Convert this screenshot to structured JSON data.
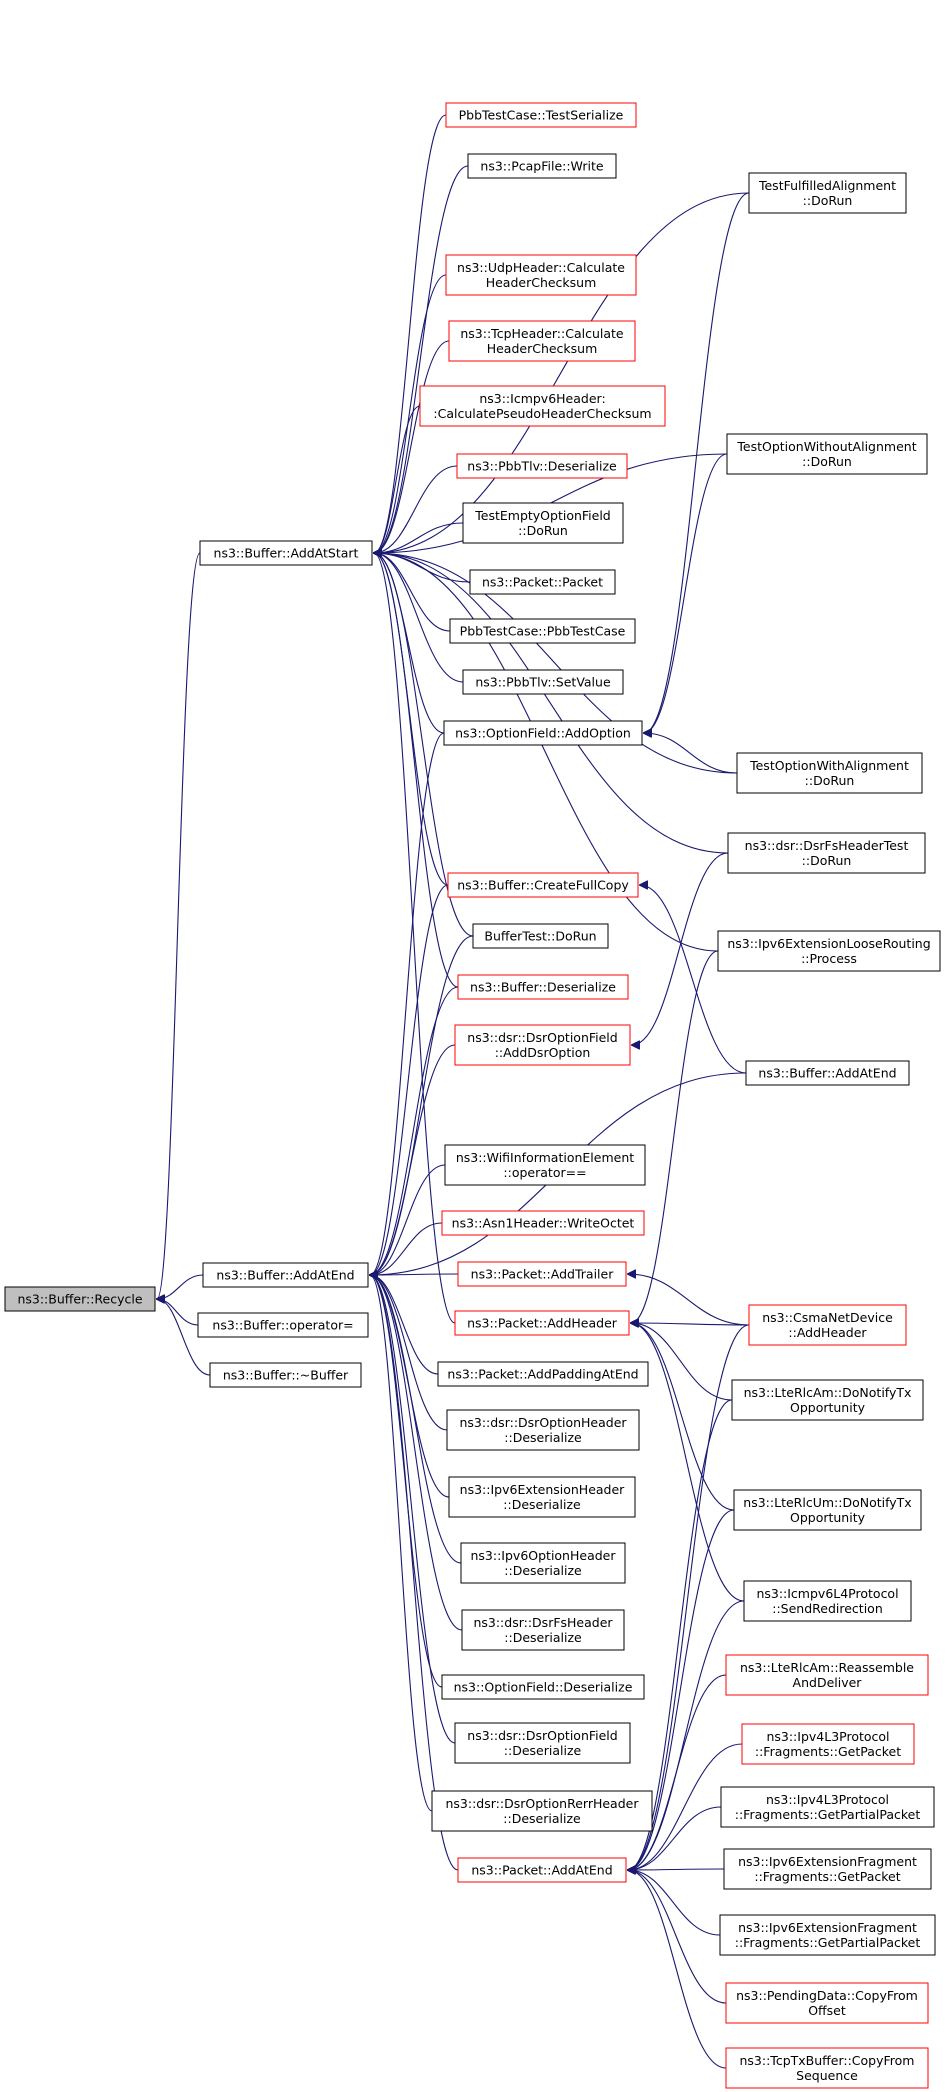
{
  "graph_title": "",
  "colors": {
    "edge": "#191970",
    "normal_border": "#000000",
    "red_border": "#ff0000",
    "root_fill": "#bfbfbf"
  },
  "nodes": [
    {
      "id": "recycle",
      "lines": [
        "ns3::Buffer::Recycle"
      ],
      "style": "root"
    },
    {
      "id": "addAtStart",
      "lines": [
        "ns3::Buffer::AddAtStart"
      ],
      "style": "black"
    },
    {
      "id": "addAtEnd",
      "lines": [
        "ns3::Buffer::AddAtEnd"
      ],
      "style": "black"
    },
    {
      "id": "operatorEq",
      "lines": [
        "ns3::Buffer::operator="
      ],
      "style": "black"
    },
    {
      "id": "dtor",
      "lines": [
        "ns3::Buffer::~Buffer"
      ],
      "style": "black"
    },
    {
      "id": "pbbTestSerialize",
      "lines": [
        "PbbTestCase::TestSerialize"
      ],
      "style": "red"
    },
    {
      "id": "pcapWrite",
      "lines": [
        "ns3::PcapFile::Write"
      ],
      "style": "black"
    },
    {
      "id": "udpChecksum",
      "lines": [
        "ns3::UdpHeader::Calculate",
        "HeaderChecksum"
      ],
      "style": "red"
    },
    {
      "id": "tcpChecksum",
      "lines": [
        "ns3::TcpHeader::Calculate",
        "HeaderChecksum"
      ],
      "style": "red"
    },
    {
      "id": "icmpv6Checksum",
      "lines": [
        "ns3::Icmpv6Header:",
        ":CalculatePseudoHeaderChecksum"
      ],
      "style": "red"
    },
    {
      "id": "pbbTlvDeser",
      "lines": [
        "ns3::PbbTlv::Deserialize"
      ],
      "style": "red"
    },
    {
      "id": "testEmptyOption",
      "lines": [
        "TestEmptyOptionField",
        "::DoRun"
      ],
      "style": "black"
    },
    {
      "id": "packetCtor",
      "lines": [
        "ns3::Packet::Packet"
      ],
      "style": "black"
    },
    {
      "id": "pbbTestCase",
      "lines": [
        "PbbTestCase::PbbTestCase"
      ],
      "style": "black"
    },
    {
      "id": "pbbTlvSetValue",
      "lines": [
        "ns3::PbbTlv::SetValue"
      ],
      "style": "black"
    },
    {
      "id": "optionFieldAdd",
      "lines": [
        "ns3::OptionField::AddOption"
      ],
      "style": "black"
    },
    {
      "id": "createFullCopy",
      "lines": [
        "ns3::Buffer::CreateFullCopy"
      ],
      "style": "red"
    },
    {
      "id": "bufferTestDoRun",
      "lines": [
        "BufferTest::DoRun"
      ],
      "style": "black"
    },
    {
      "id": "bufferDeser",
      "lines": [
        "ns3::Buffer::Deserialize"
      ],
      "style": "red"
    },
    {
      "id": "dsrAddOption",
      "lines": [
        "ns3::dsr::DsrOptionField",
        "::AddDsrOption"
      ],
      "style": "red"
    },
    {
      "id": "wifiOpEq",
      "lines": [
        "ns3::WifiInformationElement",
        "::operator=="
      ],
      "style": "black"
    },
    {
      "id": "asn1WriteOctet",
      "lines": [
        "ns3::Asn1Header::WriteOctet"
      ],
      "style": "red"
    },
    {
      "id": "packetAddTrailer",
      "lines": [
        "ns3::Packet::AddTrailer"
      ],
      "style": "red"
    },
    {
      "id": "packetAddHeader",
      "lines": [
        "ns3::Packet::AddHeader"
      ],
      "style": "red"
    },
    {
      "id": "addPadding",
      "lines": [
        "ns3::Packet::AddPaddingAtEnd"
      ],
      "style": "black"
    },
    {
      "id": "dsrOptHdrDeser",
      "lines": [
        "ns3::dsr::DsrOptionHeader",
        "::Deserialize"
      ],
      "style": "black"
    },
    {
      "id": "ipv6ExtHdrDeser",
      "lines": [
        "ns3::Ipv6ExtensionHeader",
        "::Deserialize"
      ],
      "style": "black"
    },
    {
      "id": "ipv6OptHdrDeser",
      "lines": [
        "ns3::Ipv6OptionHeader",
        "::Deserialize"
      ],
      "style": "black"
    },
    {
      "id": "dsrFsHdrDeser",
      "lines": [
        "ns3::dsr::DsrFsHeader",
        "::Deserialize"
      ],
      "style": "black"
    },
    {
      "id": "optionFieldDeser",
      "lines": [
        "ns3::OptionField::Deserialize"
      ],
      "style": "black"
    },
    {
      "id": "dsrOptFieldDeser",
      "lines": [
        "ns3::dsr::DsrOptionField",
        "::Deserialize"
      ],
      "style": "black"
    },
    {
      "id": "dsrRerrDeser",
      "lines": [
        "ns3::dsr::DsrOptionRerrHeader",
        "::Deserialize"
      ],
      "style": "black"
    },
    {
      "id": "packetAddAtEnd",
      "lines": [
        "ns3::Packet::AddAtEnd"
      ],
      "style": "red"
    },
    {
      "id": "testFulfilled",
      "lines": [
        "TestFulfilledAlignment",
        "::DoRun"
      ],
      "style": "black"
    },
    {
      "id": "testWithout",
      "lines": [
        "TestOptionWithoutAlignment",
        "::DoRun"
      ],
      "style": "black"
    },
    {
      "id": "testWith",
      "lines": [
        "TestOptionWithAlignment",
        "::DoRun"
      ],
      "style": "black"
    },
    {
      "id": "dsrFsTest",
      "lines": [
        "ns3::dsr::DsrFsHeaderTest",
        "::DoRun"
      ],
      "style": "black"
    },
    {
      "id": "ipv6LooseRouting",
      "lines": [
        "ns3::Ipv6ExtensionLooseRouting",
        "::Process"
      ],
      "style": "black"
    },
    {
      "id": "bufferAddAtEnd2",
      "lines": [
        "ns3::Buffer::AddAtEnd"
      ],
      "style": "black"
    },
    {
      "id": "csmaAddHeader",
      "lines": [
        "ns3::CsmaNetDevice",
        "::AddHeader"
      ],
      "style": "red"
    },
    {
      "id": "lteRlcAmNotify",
      "lines": [
        "ns3::LteRlcAm::DoNotifyTx",
        "Opportunity"
      ],
      "style": "black"
    },
    {
      "id": "lteRlcUmNotify",
      "lines": [
        "ns3::LteRlcUm::DoNotifyTx",
        "Opportunity"
      ],
      "style": "black"
    },
    {
      "id": "icmpv6Redirect",
      "lines": [
        "ns3::Icmpv6L4Protocol",
        "::SendRedirection"
      ],
      "style": "black"
    },
    {
      "id": "lteRlcAmReassemble",
      "lines": [
        "ns3::LteRlcAm::Reassemble",
        "AndDeliver"
      ],
      "style": "red"
    },
    {
      "id": "ipv4FragGetPacket",
      "lines": [
        "ns3::Ipv4L3Protocol",
        "::Fragments::GetPacket"
      ],
      "style": "red"
    },
    {
      "id": "ipv4FragGetPartial",
      "lines": [
        "ns3::Ipv4L3Protocol",
        "::Fragments::GetPartialPacket"
      ],
      "style": "black"
    },
    {
      "id": "ipv6FragGetPacket",
      "lines": [
        "ns3::Ipv6ExtensionFragment",
        "::Fragments::GetPacket"
      ],
      "style": "black"
    },
    {
      "id": "ipv6FragGetPartial",
      "lines": [
        "ns3::Ipv6ExtensionFragment",
        "::Fragments::GetPartialPacket"
      ],
      "style": "black"
    },
    {
      "id": "pendingCopy",
      "lines": [
        "ns3::PendingData::CopyFrom",
        "Offset"
      ],
      "style": "red"
    },
    {
      "id": "tcpTxCopy",
      "lines": [
        "ns3::TcpTxBuffer::CopyFrom",
        "Sequence"
      ],
      "style": "red"
    }
  ],
  "edges": [
    [
      "addAtStart",
      "recycle"
    ],
    [
      "addAtEnd",
      "recycle"
    ],
    [
      "operatorEq",
      "recycle"
    ],
    [
      "dtor",
      "recycle"
    ],
    [
      "pbbTestSerialize",
      "addAtStart"
    ],
    [
      "pcapWrite",
      "addAtStart"
    ],
    [
      "udpChecksum",
      "addAtStart"
    ],
    [
      "tcpChecksum",
      "addAtStart"
    ],
    [
      "icmpv6Checksum",
      "addAtStart"
    ],
    [
      "pbbTlvDeser",
      "addAtStart"
    ],
    [
      "testEmptyOption",
      "addAtStart"
    ],
    [
      "packetCtor",
      "addAtStart"
    ],
    [
      "pbbTestCase",
      "addAtStart"
    ],
    [
      "pbbTlvSetValue",
      "addAtStart"
    ],
    [
      "optionFieldAdd",
      "addAtStart"
    ],
    [
      "createFullCopy",
      "addAtStart"
    ],
    [
      "bufferTestDoRun",
      "addAtStart"
    ],
    [
      "bufferDeser",
      "addAtStart"
    ],
    [
      "testFulfilled",
      "addAtStart"
    ],
    [
      "testWithout",
      "addAtStart"
    ],
    [
      "testWith",
      "addAtStart"
    ],
    [
      "dsrFsTest",
      "addAtStart"
    ],
    [
      "ipv6LooseRouting",
      "addAtStart"
    ],
    [
      "packetAddHeader",
      "addAtStart"
    ],
    [
      "optionFieldAdd",
      "addAtEnd"
    ],
    [
      "createFullCopy",
      "addAtEnd"
    ],
    [
      "bufferTestDoRun",
      "addAtEnd"
    ],
    [
      "bufferDeser",
      "addAtEnd"
    ],
    [
      "dsrAddOption",
      "addAtEnd"
    ],
    [
      "wifiOpEq",
      "addAtEnd"
    ],
    [
      "asn1WriteOctet",
      "addAtEnd"
    ],
    [
      "packetAddTrailer",
      "addAtEnd"
    ],
    [
      "bufferAddAtEnd2",
      "addAtEnd"
    ],
    [
      "addPadding",
      "addAtEnd"
    ],
    [
      "dsrOptHdrDeser",
      "addAtEnd"
    ],
    [
      "ipv6ExtHdrDeser",
      "addAtEnd"
    ],
    [
      "ipv6OptHdrDeser",
      "addAtEnd"
    ],
    [
      "dsrFsHdrDeser",
      "addAtEnd"
    ],
    [
      "optionFieldDeser",
      "addAtEnd"
    ],
    [
      "dsrOptFieldDeser",
      "addAtEnd"
    ],
    [
      "dsrRerrDeser",
      "addAtEnd"
    ],
    [
      "packetAddAtEnd",
      "addAtEnd"
    ],
    [
      "testFulfilled",
      "optionFieldAdd"
    ],
    [
      "testWithout",
      "optionFieldAdd"
    ],
    [
      "testWith",
      "optionFieldAdd"
    ],
    [
      "bufferAddAtEnd2",
      "createFullCopy"
    ],
    [
      "dsrFsTest",
      "dsrAddOption"
    ],
    [
      "csmaAddHeader",
      "packetAddTrailer"
    ],
    [
      "ipv6LooseRouting",
      "packetAddHeader"
    ],
    [
      "csmaAddHeader",
      "packetAddHeader"
    ],
    [
      "lteRlcAmNotify",
      "packetAddHeader"
    ],
    [
      "lteRlcUmNotify",
      "packetAddHeader"
    ],
    [
      "icmpv6Redirect",
      "packetAddHeader"
    ],
    [
      "csmaAddHeader",
      "packetAddAtEnd"
    ],
    [
      "lteRlcAmNotify",
      "packetAddAtEnd"
    ],
    [
      "lteRlcUmNotify",
      "packetAddAtEnd"
    ],
    [
      "icmpv6Redirect",
      "packetAddAtEnd"
    ],
    [
      "lteRlcAmReassemble",
      "packetAddAtEnd"
    ],
    [
      "ipv4FragGetPacket",
      "packetAddAtEnd"
    ],
    [
      "ipv4FragGetPartial",
      "packetAddAtEnd"
    ],
    [
      "ipv6FragGetPacket",
      "packetAddAtEnd"
    ],
    [
      "ipv6FragGetPartial",
      "packetAddAtEnd"
    ],
    [
      "pendingCopy",
      "packetAddAtEnd"
    ],
    [
      "tcpTxCopy",
      "packetAddAtEnd"
    ]
  ]
}
